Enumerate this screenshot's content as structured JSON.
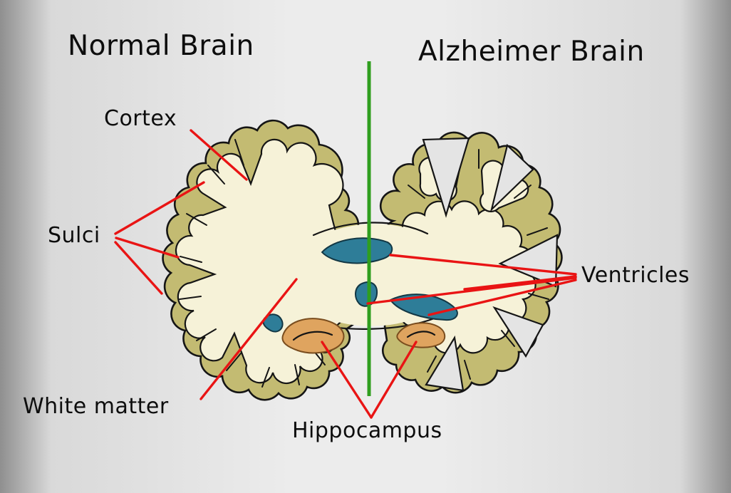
{
  "titles": {
    "normal": "Normal Brain",
    "alzheimer": "Alzheimer Brain"
  },
  "labels": {
    "cortex": "Cortex",
    "sulci": "Sulci",
    "white_matter": "White matter",
    "hippocampus": "Hippocampus",
    "ventricles": "Ventricles"
  },
  "colors": {
    "cortex": "#c3bb72",
    "white-matter": "#f6f2d8",
    "ventricle": "#2e7d98",
    "hippocampus": "#dfa45f",
    "divider": "#2f9e1e",
    "annotation": "#e91414",
    "outline": "#151515",
    "gap": "#e4e4e4",
    "bg-edge": "#8f8f8f",
    "bg-mid": "#ececec"
  }
}
